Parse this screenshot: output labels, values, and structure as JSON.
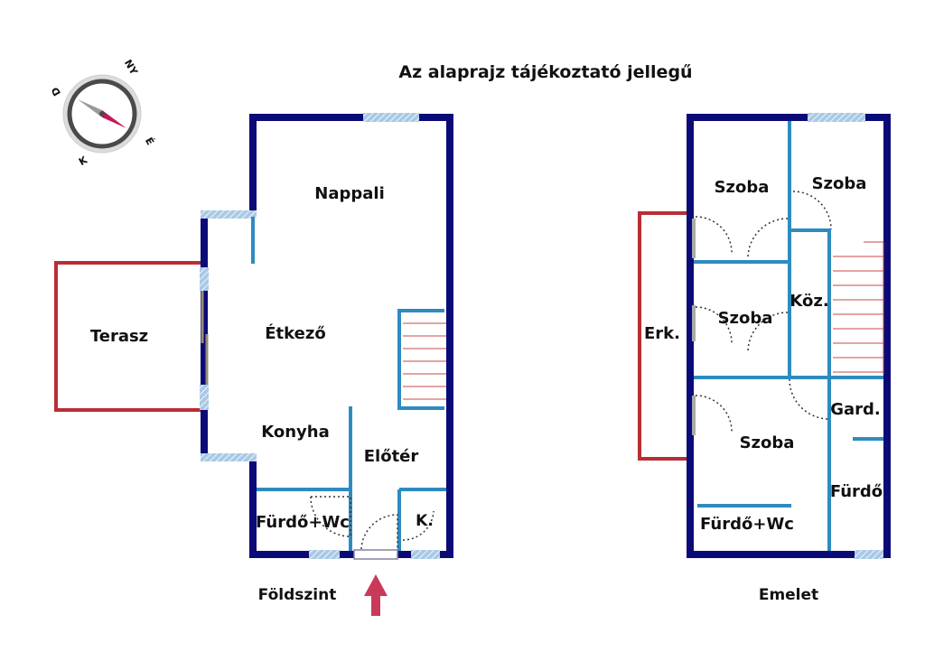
{
  "title": "Az alaprajz tájékoztató jellegű",
  "compass": {
    "letters": [
      "É",
      "K",
      "D",
      "NY"
    ]
  },
  "ground_floor": {
    "caption": "Földszint",
    "rooms": {
      "nappali": "Nappali",
      "etkezo": "Étkező",
      "konyha": "Konyha",
      "eloter": "Előtér",
      "furdo_wc": "Fürdő+Wc",
      "kamra": "K.",
      "terasz": "Terasz"
    }
  },
  "upper_floor": {
    "caption": "Emelet",
    "rooms": {
      "szoba1": "Szoba",
      "szoba2": "Szoba",
      "szoba3": "Szoba",
      "szoba4": "Szoba",
      "koz": "Köz.",
      "gard": "Gard.",
      "furdo": "Fürdő",
      "furdo_wc": "Fürdő+Wc",
      "erkely": "Erk."
    }
  },
  "colors": {
    "outer_wall": "#0b0b78",
    "inner_wall": "#2e8bc0",
    "window": "#a9c9e6",
    "terrace_outline": "#b82e35",
    "stairs": "#c94a4a",
    "entrance_arrow": "#c93a5a"
  }
}
